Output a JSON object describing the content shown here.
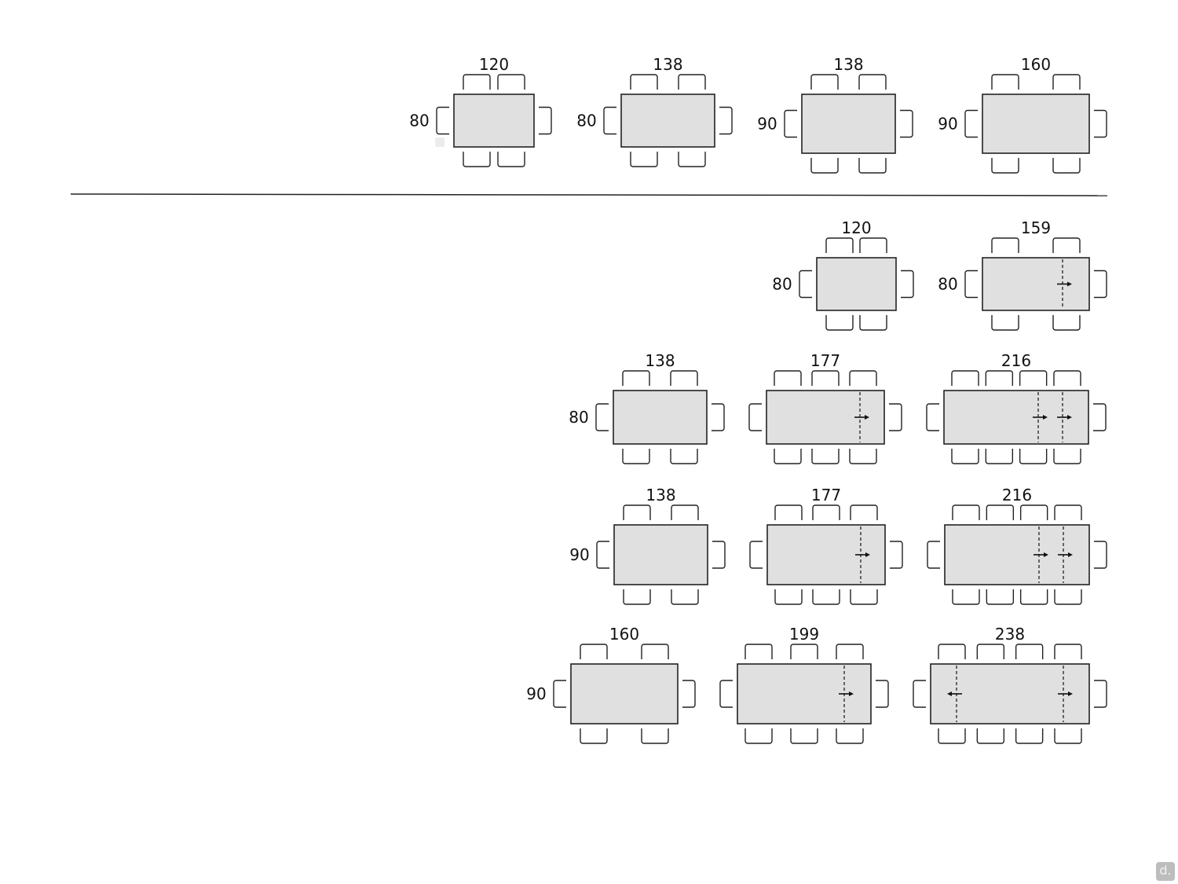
{
  "colors": {
    "table_fill": "#e0e0e0",
    "stroke": "#222222",
    "divider": "#222222"
  },
  "sections": [
    {
      "name": "fixed-tables",
      "tables": [
        {
          "width": "120",
          "depth": "80",
          "chairs_per_long_side": 2,
          "extensions": []
        },
        {
          "width": "138",
          "depth": "80",
          "chairs_per_long_side": 2,
          "extensions": []
        },
        {
          "width": "138",
          "depth": "90",
          "chairs_per_long_side": 2,
          "extensions": []
        },
        {
          "width": "160",
          "depth": "90",
          "chairs_per_long_side": 2,
          "extensions": []
        }
      ]
    },
    {
      "name": "extendable-tables",
      "tables": [
        {
          "width": "120",
          "depth": "80",
          "chairs_per_long_side": 2,
          "extensions": []
        },
        {
          "width": "159",
          "depth": "80",
          "chairs_per_long_side": 2,
          "extensions": [
            "right"
          ]
        },
        {
          "width": "138",
          "depth": "80",
          "chairs_per_long_side": 2,
          "extensions": []
        },
        {
          "width": "177",
          "depth": null,
          "chairs_per_long_side": 3,
          "extensions": [
            "right"
          ]
        },
        {
          "width": "216",
          "depth": null,
          "chairs_per_long_side": 4,
          "extensions": [
            "right",
            "right"
          ]
        },
        {
          "width": "138",
          "depth": "90",
          "chairs_per_long_side": 2,
          "extensions": []
        },
        {
          "width": "177",
          "depth": null,
          "chairs_per_long_side": 3,
          "extensions": [
            "right"
          ]
        },
        {
          "width": "216",
          "depth": null,
          "chairs_per_long_side": 4,
          "extensions": [
            "right",
            "right"
          ]
        },
        {
          "width": "160",
          "depth": "90",
          "chairs_per_long_side": 2,
          "extensions": []
        },
        {
          "width": "199",
          "depth": null,
          "chairs_per_long_side": 3,
          "extensions": [
            "right"
          ]
        },
        {
          "width": "238",
          "depth": null,
          "chairs_per_long_side": 4,
          "extensions": [
            "left",
            "right"
          ]
        }
      ]
    }
  ],
  "logo": {
    "text": "d."
  }
}
